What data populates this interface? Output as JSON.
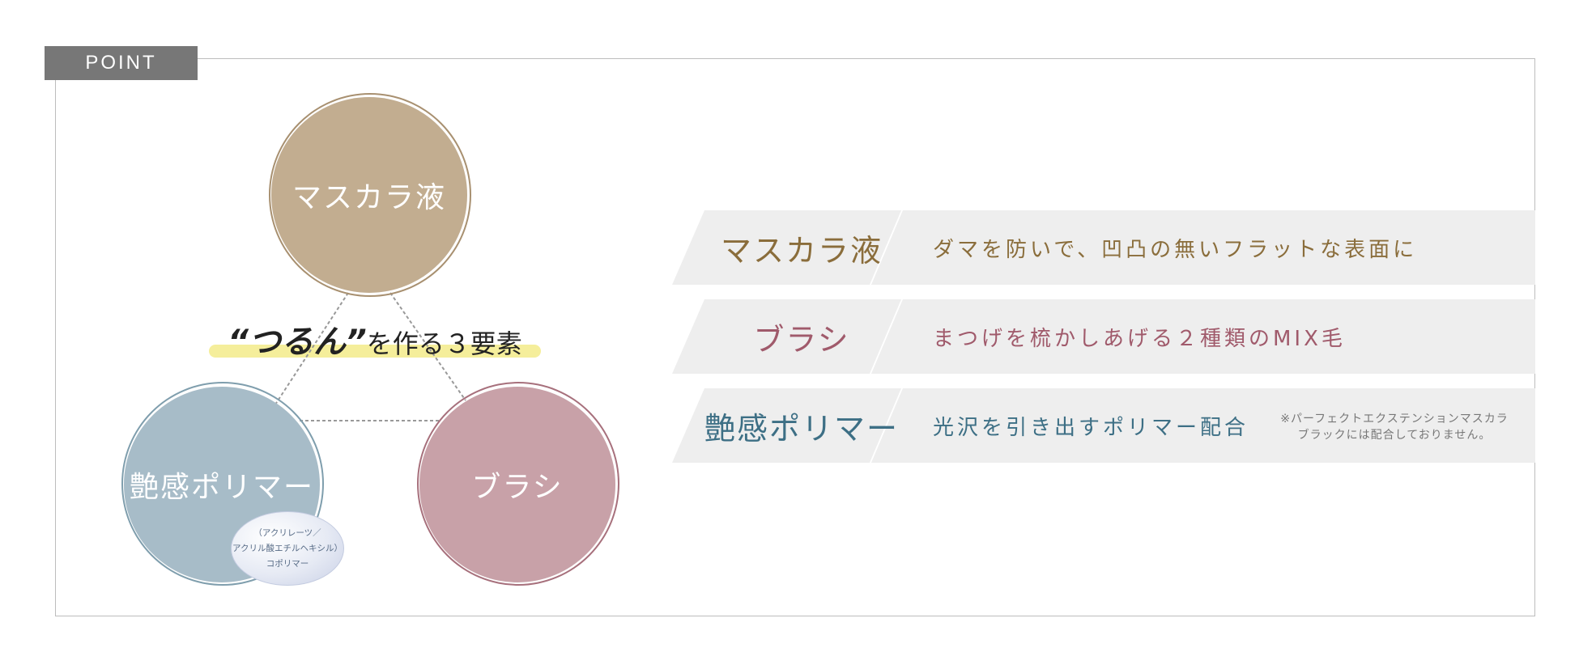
{
  "badge": "POINT",
  "colors": {
    "mascara": "#c2ad90",
    "polymer": "#a7bcc8",
    "brush": "#c8a1a8",
    "mascara_text": "#8a6d3b",
    "brush_text": "#a05a6b",
    "polymer_text": "#3d6f85"
  },
  "diagram": {
    "heading_main": "“つるん”",
    "heading_rest": "を作る３要素",
    "circles": {
      "mascara": "マスカラ液",
      "polymer": "艶感ポリマー",
      "brush": "ブラシ"
    },
    "bubble": {
      "line1": "（アクリレーツ／",
      "line2": "アクリル酸エチルヘキシル）",
      "line3": "コポリマー"
    }
  },
  "rows": [
    {
      "label": "マスカラ液",
      "desc": "ダマを防いで、凹凸の無いフラットな表面に"
    },
    {
      "label": "ブラシ",
      "desc": "まつげを梳かしあげる２種類のMIX毛"
    },
    {
      "label": "艶感ポリマー",
      "desc": "光沢を引き出すポリマー配合",
      "note_line1": "※パーフェクトエクステンションマスカラ",
      "note_line2": "ブラックには配合しておりません。"
    }
  ]
}
